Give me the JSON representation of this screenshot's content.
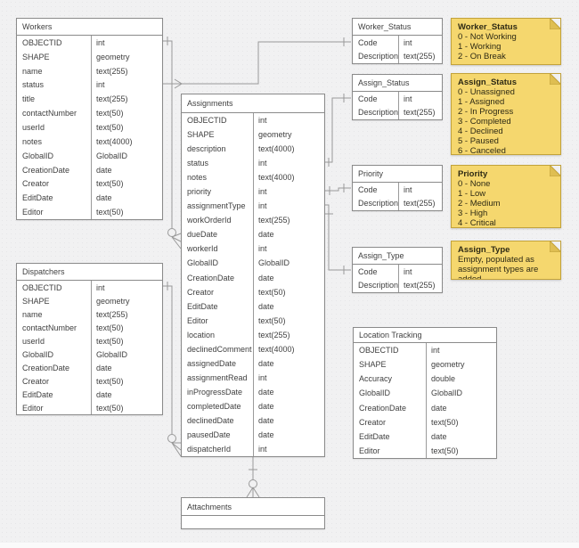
{
  "diagram": {
    "kind": "entity-relationship-diagram",
    "tables": [
      {
        "id": "workers",
        "title": "Workers",
        "fields": [
          [
            "OBJECTID",
            "int"
          ],
          [
            "SHAPE",
            "geometry"
          ],
          [
            "name",
            "text(255)"
          ],
          [
            "status",
            "int"
          ],
          [
            "title",
            "text(255)"
          ],
          [
            "contactNumber",
            "text(50)"
          ],
          [
            "userId",
            "text(50)"
          ],
          [
            "notes",
            "text(4000)"
          ],
          [
            "GlobalID",
            "GlobalID"
          ],
          [
            "CreationDate",
            "date"
          ],
          [
            "Creator",
            "text(50)"
          ],
          [
            "EditDate",
            "date"
          ],
          [
            "Editor",
            "text(50)"
          ]
        ]
      },
      {
        "id": "dispatchers",
        "title": "Dispatchers",
        "fields": [
          [
            "OBJECTID",
            "int"
          ],
          [
            "SHAPE",
            "geometry"
          ],
          [
            "name",
            "text(255)"
          ],
          [
            "contactNumber",
            "text(50)"
          ],
          [
            "userId",
            "text(50)"
          ],
          [
            "GlobalID",
            "GlobalID"
          ],
          [
            "CreationDate",
            "date"
          ],
          [
            "Creator",
            "text(50)"
          ],
          [
            "EditDate",
            "date"
          ],
          [
            "Editor",
            "text(50)"
          ]
        ]
      },
      {
        "id": "assignments",
        "title": "Assignments",
        "fields": [
          [
            "OBJECTID",
            "int"
          ],
          [
            "SHAPE",
            "geometry"
          ],
          [
            "description",
            "text(4000)"
          ],
          [
            "status",
            "int"
          ],
          [
            "notes",
            "text(4000)"
          ],
          [
            "priority",
            "int"
          ],
          [
            "assignmentType",
            "int"
          ],
          [
            "workOrderId",
            "text(255)"
          ],
          [
            "dueDate",
            "date"
          ],
          [
            "workerId",
            "int"
          ],
          [
            "GlobalID",
            "GlobalID"
          ],
          [
            "CreationDate",
            "date"
          ],
          [
            "Creator",
            "text(50)"
          ],
          [
            "EditDate",
            "date"
          ],
          [
            "Editor",
            "text(50)"
          ],
          [
            "location",
            "text(255)"
          ],
          [
            "declinedComment",
            "text(4000)"
          ],
          [
            "assignedDate",
            "date"
          ],
          [
            "assignmentRead",
            "int"
          ],
          [
            "inProgressDate",
            "date"
          ],
          [
            "completedDate",
            "date"
          ],
          [
            "declinedDate",
            "date"
          ],
          [
            "pausedDate",
            "date"
          ],
          [
            "dispatcherId",
            "int"
          ]
        ]
      },
      {
        "id": "worker_status",
        "title": "Worker_Status",
        "fields": [
          [
            "Code",
            "int"
          ],
          [
            "Description",
            "text(255)"
          ]
        ]
      },
      {
        "id": "assign_status",
        "title": "Assign_Status",
        "fields": [
          [
            "Code",
            "int"
          ],
          [
            "Description",
            "text(255)"
          ]
        ]
      },
      {
        "id": "priority",
        "title": "Priority",
        "fields": [
          [
            "Code",
            "int"
          ],
          [
            "Description",
            "text(255)"
          ]
        ]
      },
      {
        "id": "assign_type",
        "title": "Assign_Type",
        "fields": [
          [
            "Code",
            "int"
          ],
          [
            "Description",
            "text(255)"
          ]
        ]
      },
      {
        "id": "location_tracking",
        "title": "Location Tracking",
        "fields": [
          [
            "OBJECTID",
            "int"
          ],
          [
            "SHAPE",
            "geometry"
          ],
          [
            "Accuracy",
            "double"
          ],
          [
            "GlobalID",
            "GlobalID"
          ],
          [
            "CreationDate",
            "date"
          ],
          [
            "Creator",
            "text(50)"
          ],
          [
            "EditDate",
            "date"
          ],
          [
            "Editor",
            "text(50)"
          ]
        ]
      },
      {
        "id": "attachments",
        "title": "Attachments",
        "fields": []
      }
    ],
    "notes": [
      {
        "id": "note_worker_status",
        "title": "Worker_Status",
        "lines": [
          "0 - Not Working",
          "1 - Working",
          "2 - On Break"
        ]
      },
      {
        "id": "note_assign_status",
        "title": "Assign_Status",
        "lines": [
          "0 - Unassigned",
          "1 - Assigned",
          "2 - In Progress",
          "3 - Completed",
          "4 - Declined",
          "5 - Paused",
          "6 - Canceled"
        ]
      },
      {
        "id": "note_priority",
        "title": "Priority",
        "lines": [
          "0 - None",
          "1 - Low",
          "2 - Medium",
          "3 - High",
          "4 - Critical"
        ]
      },
      {
        "id": "note_assign_type",
        "title": "Assign_Type",
        "lines": [
          "Empty, populated as assignment types are added"
        ]
      }
    ],
    "connectors": [
      {
        "id": "workerstatus-workers",
        "from": "Worker_Status.Code",
        "to": "Workers.status",
        "from_end": "one",
        "to_end": "many"
      },
      {
        "id": "workers-assignments",
        "from": "Workers.OBJECTID",
        "to": "Assignments.workerId",
        "from_end": "one",
        "to_end": "zero-or-many"
      },
      {
        "id": "dispatchers-assignments",
        "from": "Dispatchers.OBJECTID",
        "to": "Assignments.dispatcherId",
        "from_end": "one",
        "to_end": "zero-or-many"
      },
      {
        "id": "assignstatus-assignments",
        "from": "Assign_Status.Code",
        "to": "Assignments.status",
        "from_end": "one",
        "to_end": "one"
      },
      {
        "id": "priority-assignments",
        "from": "Priority.Code",
        "to": "Assignments.priority",
        "from_end": "one",
        "to_end": "one"
      },
      {
        "id": "assigntype-assignments",
        "from": "Assign_Type.Code",
        "to": "Assignments.assignmentType",
        "from_end": "one",
        "to_end": "one"
      },
      {
        "id": "assignments-attachments",
        "from": "Assignments",
        "to": "Attachments",
        "from_end": "one",
        "to_end": "zero-or-many"
      }
    ],
    "colors": {
      "background": "#f1f1f2",
      "table_fill": "#ffffff",
      "table_border": "#8a8a8a",
      "wire": "#999999",
      "note_fill": "#F5D76E",
      "note_border": "#C2A23B",
      "note_fold": "#DFBE52",
      "text": "#3f3f3f"
    }
  }
}
